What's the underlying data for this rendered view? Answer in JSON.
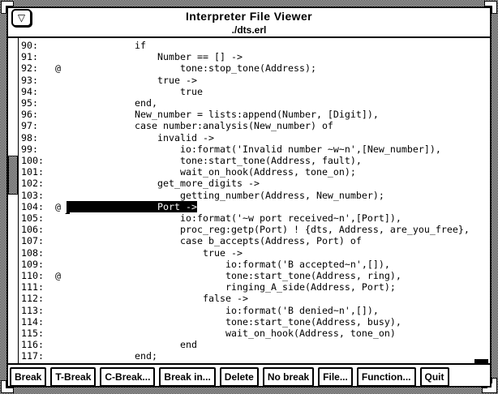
{
  "window": {
    "title": "Interpreter File Viewer",
    "subtitle": "./dts.erl",
    "menu_glyph": "▽"
  },
  "code": {
    "lines": [
      {
        "text": "90:                 if"
      },
      {
        "text": "91:                     Number == [] ->"
      },
      {
        "text": "92:   @                     tone:stop_tone(Address);"
      },
      {
        "text": "93:                     true ->"
      },
      {
        "text": "94:                         true"
      },
      {
        "text": "95:                 end,"
      },
      {
        "text": "96:                 New_number = lists:append(Number, [Digit]),"
      },
      {
        "text": "97:                 case number:analysis(New_number) of"
      },
      {
        "text": "98:                     invalid ->"
      },
      {
        "text": "99:                         io:format('Invalid number ~w~n',[New_number]),"
      },
      {
        "text": "100:                        tone:start_tone(Address, fault),"
      },
      {
        "text": "101:                        wait_on_hook(Address, tone_on);"
      },
      {
        "text": "102:                    get_more_digits ->"
      },
      {
        "text": "103:                        getting_number(Address, New_number);"
      },
      {
        "pre": "104:  @ ",
        "highlight": "                Port ->"
      },
      {
        "text": "105:                        io:format('~w port received~n',[Port]),"
      },
      {
        "text": "106:                        proc_reg:getp(Port) ! {dts, Address, are_you_free},"
      },
      {
        "text": "107:                        case b_accepts(Address, Port) of"
      },
      {
        "text": "108:                            true ->"
      },
      {
        "text": "109:                                io:format('B accepted~n',[]),"
      },
      {
        "text": "110:  @                             tone:start_tone(Address, ring),"
      },
      {
        "text": "111:                                ringing_A_side(Address, Port);"
      },
      {
        "text": "112:                            false ->"
      },
      {
        "text": "113:                                io:format('B denied~n',[]),"
      },
      {
        "text": "114:                                tone:start_tone(Address, busy),"
      },
      {
        "text": "115:                                wait_on_hook(Address, tone_on)"
      },
      {
        "text": "116:                        end"
      },
      {
        "text": "117:                end;"
      }
    ]
  },
  "toolbar": {
    "buttons": [
      "Break",
      "T-Break",
      "C-Break...",
      "Break in...",
      "Delete",
      "No break",
      "File...",
      "Function...",
      "Quit"
    ]
  },
  "colors": {
    "foreground": "#000000",
    "background": "#ffffff",
    "highlight_bg": "#000000",
    "highlight_fg": "#ffffff"
  }
}
